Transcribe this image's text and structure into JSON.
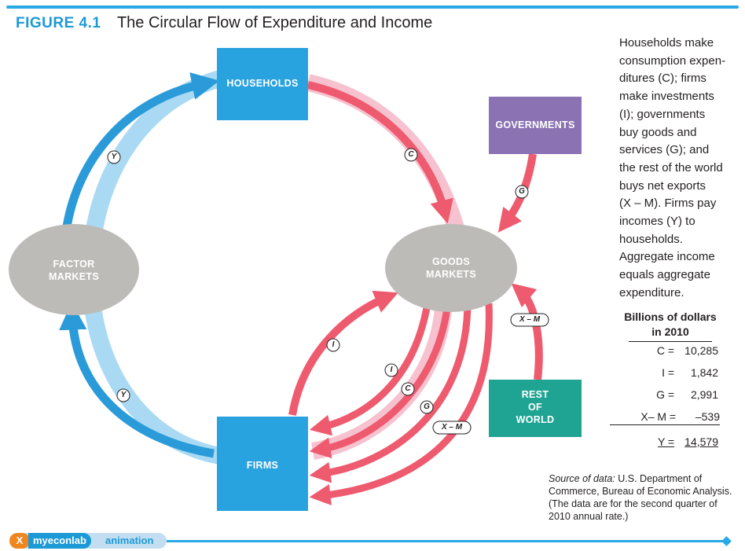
{
  "figure": {
    "label": "FIGURE 4.1",
    "title": "The Circular Flow of Expenditure and Income"
  },
  "nodes": {
    "households": "HOUSEHOLDS",
    "governments": "GOVERNMENTS",
    "factor_markets": [
      "FACTOR",
      "MARKETS"
    ],
    "goods_markets": [
      "GOODS",
      "MARKETS"
    ],
    "firms": "FIRMS",
    "rest_of_world": [
      "REST",
      "OF",
      "WORLD"
    ]
  },
  "flow_labels": {
    "income_top": "Y",
    "income_bottom": "Y",
    "consumption_top": "C",
    "government_top": "G",
    "net_exports_right": "X – M",
    "investment_loop": "I",
    "investment_lower": "I",
    "consumption_lower": "C",
    "government_lower": "G",
    "net_exports_lower": "X – M"
  },
  "description": [
    "Households make",
    "consumption expen-",
    "ditures (C); firms",
    "make investments",
    "(I); governments",
    "buy goods and",
    "services (G); and",
    "the rest of the world",
    "buys net exports",
    "(X – M). Firms pay",
    "incomes (Y) to",
    "households.",
    "Aggregate income",
    "equals aggregate",
    "expenditure."
  ],
  "data_table": {
    "title_line1": "Billions of dollars",
    "title_line2": "in 2010",
    "rows": [
      {
        "label": "C =",
        "value": "10,285"
      },
      {
        "label": "I =",
        "value": "1,842"
      },
      {
        "label": "G =",
        "value": "2,991"
      },
      {
        "label": "X– M =",
        "value": "–539"
      },
      {
        "label": "Y =",
        "value": "14,579"
      }
    ]
  },
  "source": {
    "prefix": "Source of data:",
    "text": "U.S. Department of Commerce, Bureau of Economic Analysis. (The data are for the second quarter of 2010 annual rate.)"
  },
  "branding": {
    "x_mark": "X",
    "name": "myeconlab",
    "tag": "animation"
  },
  "colors": {
    "income_blue": "#2a9bd8",
    "income_blue_halo": "#a9d9f3",
    "expenditure_red": "#ee5a6e",
    "expenditure_pink_halo": "#f6c2d0",
    "households_box": "#29a2e0",
    "governments_box": "#8a72b3",
    "rest_of_world_box": "#1fa493",
    "market_ellipse": "#bcbbb7"
  }
}
